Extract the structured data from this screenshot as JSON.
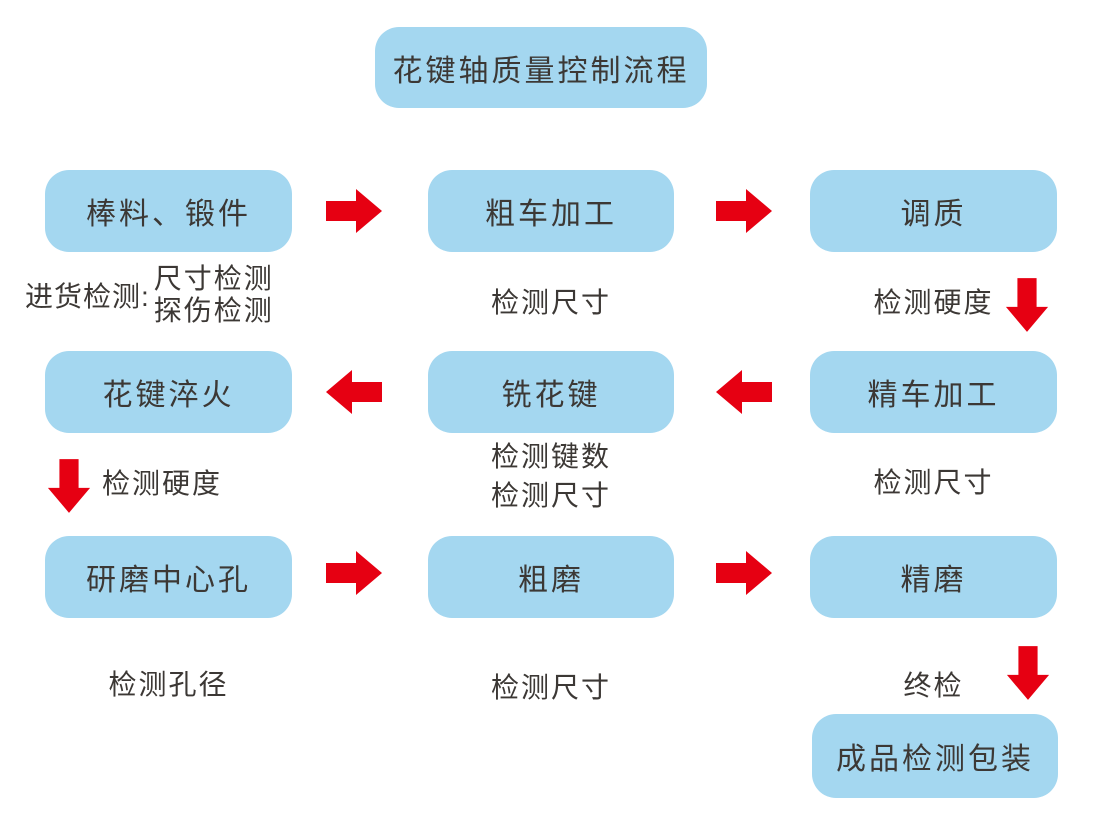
{
  "title": "花键轴质量控制流程",
  "colors": {
    "box_fill": "#A4D7F0",
    "arrow_red": "#E60012",
    "text": "#3C3835",
    "background": "#FFFFFF"
  },
  "row1": {
    "step1": "棒料、锻件",
    "step2": "粗车加工",
    "step3": "调质",
    "incoming_label": "进货检测:",
    "incoming_check1": "尺寸检测",
    "incoming_check2": "探伤检测",
    "check2": "检测尺寸",
    "check3": "检测硬度"
  },
  "row2": {
    "step1": "花键淬火",
    "step2": "铣花键",
    "step3": "精车加工",
    "check1": "检测硬度",
    "check2_line1": "检测键数",
    "check2_line2": "检测尺寸",
    "check3": "检测尺寸"
  },
  "row3": {
    "step1": "研磨中心孔",
    "step2": "粗磨",
    "step3": "精磨",
    "check1": "检测孔径",
    "check2": "检测尺寸",
    "check3": "终检"
  },
  "final_step": "成品检测包装"
}
